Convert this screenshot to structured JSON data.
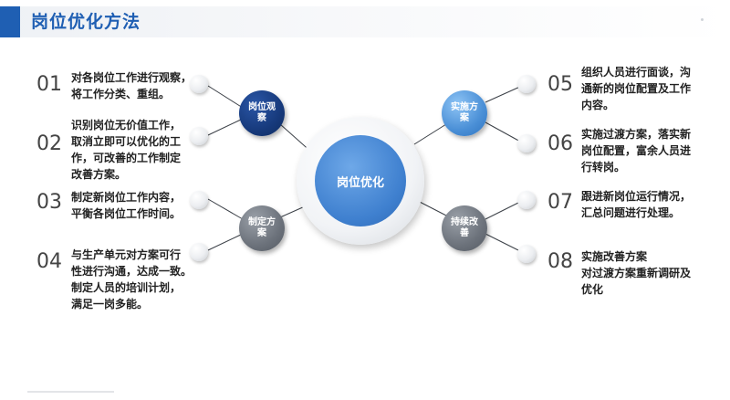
{
  "title": "岗位优化方法",
  "center": "岗位优化",
  "nodes": {
    "observe": "岗位观察",
    "implement": "实施方案",
    "plan": "制定方案",
    "improve": "持续改善"
  },
  "items": [
    {
      "num": "01",
      "lines": [
        "对各岗位工作进行观察，",
        "将工作分类、重组。"
      ]
    },
    {
      "num": "02",
      "lines": [
        "识别岗位无价值工作，",
        "取消立即可以优化的工",
        "作，可改善的工作制定",
        "改善方案。"
      ]
    },
    {
      "num": "03",
      "lines": [
        "制定新岗位工作内容，",
        "平衡各岗位工作时间。"
      ]
    },
    {
      "num": "04",
      "lines": [
        "与生产单元对方案可行",
        "性进行沟通，达成一致。",
        "制定人员的培训计划，",
        "满足一岗多能。"
      ]
    },
    {
      "num": "05",
      "lines": [
        "组织人员进行面谈，沟",
        "通新的岗位配置及工作",
        "内容。"
      ]
    },
    {
      "num": "06",
      "lines": [
        "实施过渡方案，落实新",
        "岗位配置，富余人员进",
        "行转岗。"
      ]
    },
    {
      "num": "07",
      "lines": [
        "跟进新岗位运行情况，",
        "汇总问题进行处理。"
      ]
    },
    {
      "num": "08",
      "lines": [
        "实施改善方案",
        "对过渡方案重新调研及",
        "优化"
      ]
    }
  ],
  "colors": {
    "title": "#1f5fb3",
    "node_dark": "#173a7c",
    "node_blue": "#4a8fd6",
    "node_gray": "#6c727b",
    "center": "#3f80cf"
  }
}
